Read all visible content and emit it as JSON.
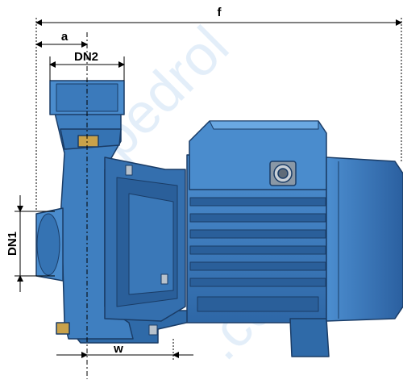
{
  "dimensions": {
    "f": "f",
    "a": "a",
    "dn2": "DN2",
    "dn1": "DN1",
    "w": "w"
  },
  "watermark": "pedroltar.com.ua",
  "colors": {
    "pump_body": "#3f7fc0",
    "pump_shadow": "#2a5f9a",
    "pump_highlight": "#5fa0dd",
    "outline": "#1a3c66",
    "brass": "#c9a24a",
    "dimension_line": "#000000"
  }
}
